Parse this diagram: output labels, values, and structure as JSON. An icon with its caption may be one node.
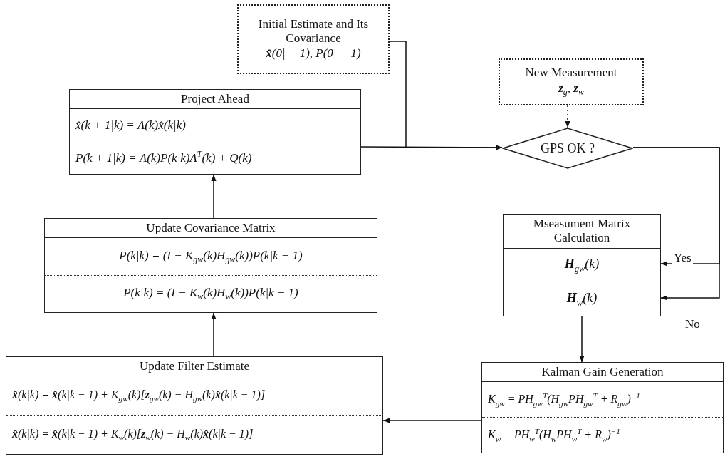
{
  "diagram": {
    "nodes": [
      {
        "text": [
          "Initial Estimate and Its Covariance",
          "**x̂**(0| − 1), P(0| − 1)"
        ]
      },
      {
        "text": [
          "New Measurement",
          "**z**$_{g}$, **z**$_{w}$"
        ]
      },
      {
        "text": [
          "Project Ahead",
          "x̂(k + 1|k) = Λ(k)x̂(k|k)",
          "P(k + 1|k) = Λ(k)P(k|k)Λ$^{T}$(k) + Q(k)"
        ]
      },
      {
        "text": [
          "GPS OK ?"
        ]
      },
      {
        "text": [
          "Update Covariance Matrix",
          "P(k|k) = (I − K$_{gw}$(k)H$_{gw}$(k))P(k|k − 1)",
          "P(k|k) = (I − K$_{w}$(k)H$_{w}$(k))P(k|k − 1)"
        ]
      },
      {
        "text": [
          "Mseasument Matrix Calculation",
          "**H**$_{gw}$(k)",
          "**H**$_{w}$(k)"
        ]
      },
      {
        "text": [
          "Update Filter Estimate",
          "**x̂**(k|k) = **x̂**(k|k − 1) + K$_{gw}$(k)[**z**$_{gw}$(k) − H$_{gw}$(k)**x̂**(k|k − 1)]",
          "**x̂**(k|k) = **x̂**(k|k − 1) + K$_{w}$(k)[**z**$_{w}$(k) − H$_{w}$(k)**x̂**(k|k − 1)]"
        ]
      },
      {
        "text": [
          "Kalman Gain Generation",
          "K$_{gw}$ = PH$_{gw}$$^{T}$(H$_{gw}$PH$_{gw}$$^{T}$ + R$_{gw}$)$^{−1}$",
          "K$_{w}$ = PH$_{w}$$^{T}$(H$_{w}$PH$_{w}$$^{T}$ + R$_{w}$)$^{−1}$"
        ]
      }
    ],
    "edges": [
      {
        "from": 1,
        "to": 3,
        "arrow": "to",
        "style": "dashed"
      },
      {
        "from": 0,
        "to": 3,
        "arrow": "to"
      },
      {
        "from": 2,
        "to": 3,
        "arrow": "to"
      },
      {
        "from": 3,
        "to": 5,
        "arrow": "to",
        "label": "Yes"
      },
      {
        "from": 3,
        "to": 5,
        "arrow": "to",
        "label": "No"
      },
      {
        "from": 5,
        "to": 7,
        "arrow": "to"
      },
      {
        "from": 7,
        "to": 6,
        "arrow": "to"
      },
      {
        "from": 6,
        "to": 4,
        "arrow": "to"
      },
      {
        "from": 4,
        "to": 2,
        "arrow": "to"
      }
    ]
  }
}
